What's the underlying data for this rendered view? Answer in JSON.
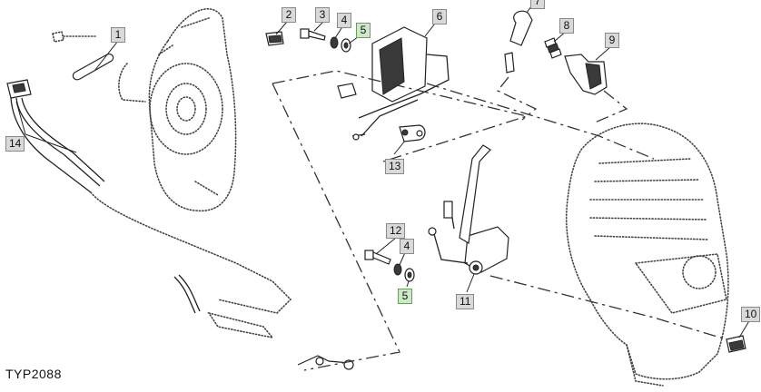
{
  "diagram": {
    "drawing_id": "TYP2088",
    "callouts": [
      {
        "label": "1",
        "highlight": false
      },
      {
        "label": "2",
        "highlight": false
      },
      {
        "label": "3",
        "highlight": false
      },
      {
        "label": "4",
        "highlight": false
      },
      {
        "label": "5",
        "highlight": true
      },
      {
        "label": "6",
        "highlight": false
      },
      {
        "label": "7",
        "highlight": false
      },
      {
        "label": "8",
        "highlight": false
      },
      {
        "label": "9",
        "highlight": false
      },
      {
        "label": "10",
        "highlight": false
      },
      {
        "label": "11",
        "highlight": false
      },
      {
        "label": "12",
        "highlight": false
      },
      {
        "label": "4",
        "highlight": false
      },
      {
        "label": "5",
        "highlight": true
      },
      {
        "label": "13",
        "highlight": false
      },
      {
        "label": "14",
        "highlight": false
      }
    ]
  }
}
